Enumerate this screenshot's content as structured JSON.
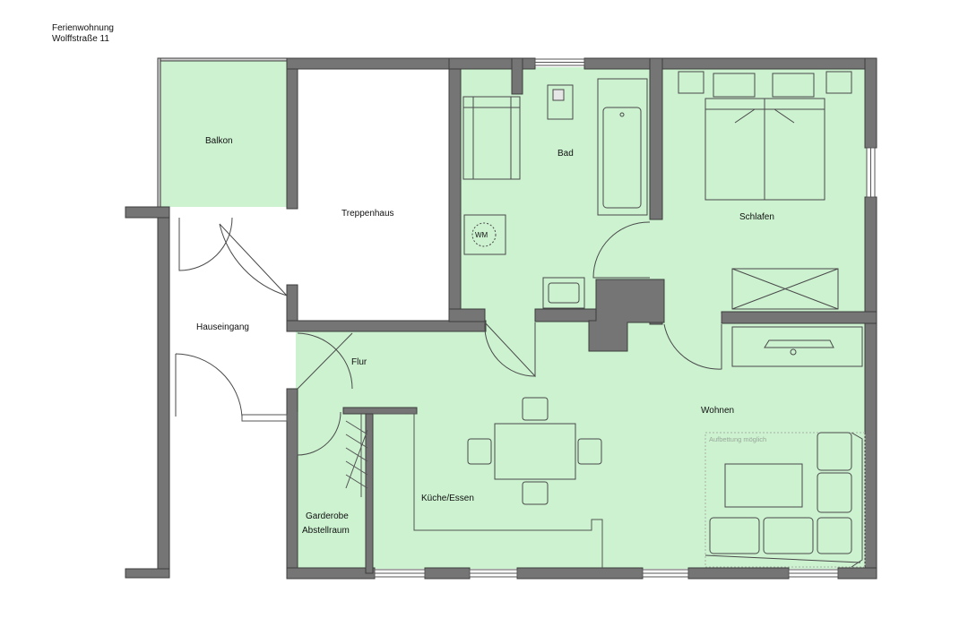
{
  "header": {
    "line1": "Ferienwohnung",
    "line2": "Wolffstraße 11"
  },
  "rooms": {
    "balkon": "Balkon",
    "treppenhaus": "Treppenhaus",
    "bad": "Bad",
    "schlafen": "Schlafen",
    "hauseingang": "Hauseingang",
    "flur": "Flur",
    "wohnen": "Wohnen",
    "kueche": "Küche/Essen",
    "garderobe_1": "Garderobe",
    "garderobe_2": "Abstellraum"
  },
  "fixtures": {
    "washer": "WM",
    "sofa_note": "Aufbettung möglich"
  },
  "colors": {
    "room_fill": "#ccf2d0",
    "wall": "#757575",
    "line": "#4a4a4a"
  }
}
